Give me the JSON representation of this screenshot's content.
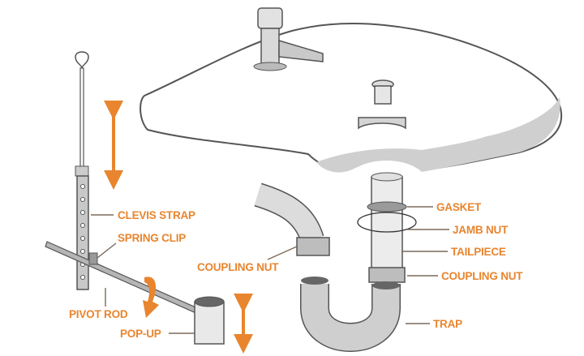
{
  "title": "Bathroom sink drain parts diagram",
  "colors": {
    "accent": "#e8852e",
    "outline": "#555555",
    "part_fill": "#d9d9d9",
    "shade": "#c8c8c8"
  },
  "labels": {
    "clevis_strap": "CLEVIS STRAP",
    "spring_clip": "SPRING CLIP",
    "pivot_rod": "PIVOT ROD",
    "pop_up": "POP-UP",
    "coupling_nut_left": "COUPLING NUT",
    "gasket": "GASKET",
    "jamb_nut": "JAMB NUT",
    "tailpiece": "TAILPIECE",
    "coupling_nut_right": "COUPLING NUT",
    "trap": "TRAP"
  }
}
